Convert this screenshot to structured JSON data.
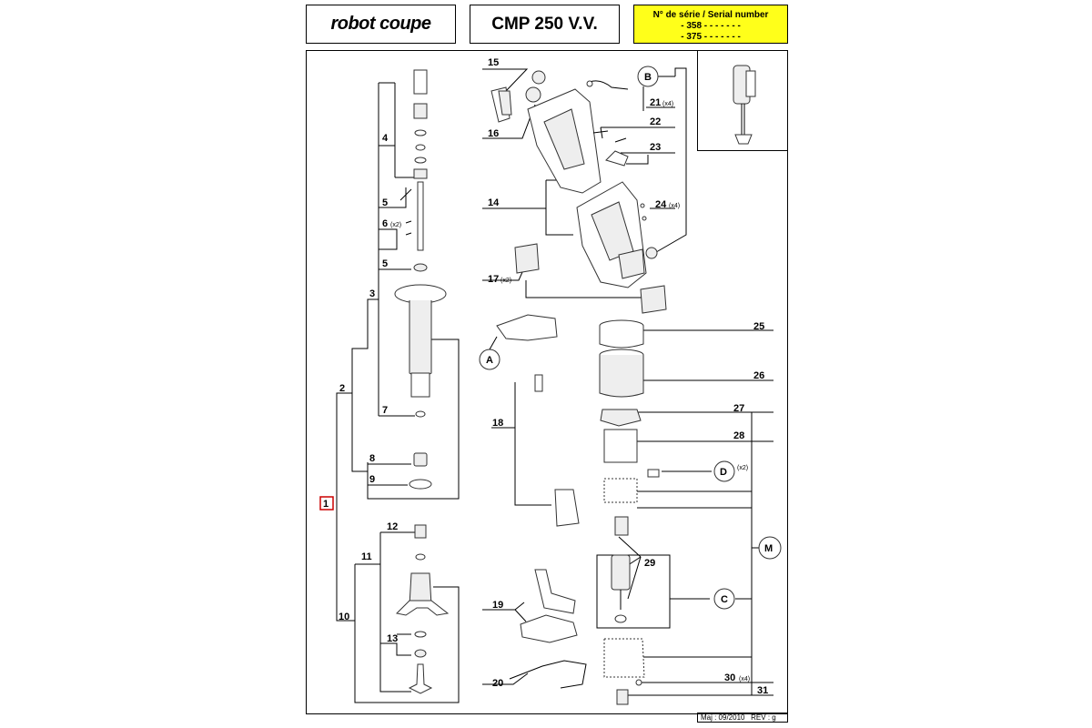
{
  "header": {
    "logo_text": "robot coupe",
    "model": "CMP 250 V.V.",
    "serial_title": "N° de série / Serial number",
    "serial_lines": [
      "- 358 - - - - -   - -",
      "- 375 - - - - -   - -"
    ]
  },
  "footer": {
    "maj": "Maj : 09/2010",
    "rev": "REV : g"
  },
  "labels": {
    "p1": "1",
    "p2": "2",
    "p3": "3",
    "p4": "4",
    "p5a": "5",
    "p5b": "5",
    "p6": "6",
    "p7": "7",
    "p8": "8",
    "p9": "9",
    "p10": "10",
    "p11": "11",
    "p12": "12",
    "p13": "13",
    "p14": "14",
    "p15": "15",
    "p16": "16",
    "p17": "17",
    "p18": "18",
    "p19": "19",
    "p20": "20",
    "p21": "21",
    "p22": "22",
    "p23": "23",
    "p24": "24",
    "p25": "25",
    "p26": "26",
    "p27": "27",
    "p28": "28",
    "p29": "29",
    "p30": "30",
    "p31": "31",
    "cA": "A",
    "cB": "B",
    "cC": "C",
    "cD": "D",
    "cM": "M"
  },
  "qty": {
    "q6": "(x2)",
    "q17": "(x2)",
    "q21": "(x4)",
    "q24": "(x4)",
    "qD": "(x2)",
    "q30": "(x4)"
  },
  "colors": {
    "serial_bg": "#ffff1a",
    "highlight_box": "#cc0000"
  }
}
